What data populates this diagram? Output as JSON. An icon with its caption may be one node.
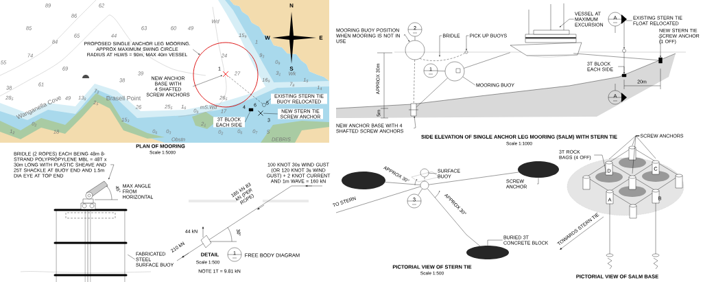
{
  "diagram": {
    "nodes": [
      {
        "text": [
          "PROPOSED SINGLE ANCHOR LEG MOORING. APPROX MAXIMUM SWING CIRCLE RADIUS AT HLWS = 90m, MAX 40m VESSEL"
        ]
      },
      {
        "text": [],
        "shape": "circle"
      },
      {
        "text": [
          "NEW ANCHOR BASE WITH 4 SHAFTED SCREW ANCHORS"
        ]
      },
      {
        "text": [
          "EXISTING STERN TIE BUOY RELOCATED"
        ]
      },
      {
        "text": [
          "NEW STERN TIE SCREW ANCHOR"
        ]
      },
      {
        "text": [
          "3T BLOCK EACH SIDE"
        ]
      },
      {
        "text": [
          "2"
        ]
      },
      {
        "text": [],
        "shape": "circle"
      },
      {
        "text": [
          "MOORING BUOY POSITION WHEN MOORING IS NOT IN USE"
        ]
      },
      {
        "text": [
          "BRIDLE"
        ]
      },
      {
        "text": [
          "PICK UP BUOYS"
        ]
      },
      {
        "text": [],
        "shape": "picture"
      },
      {
        "text": [
          "VESSEL AT MAXIMUM EXCURSION"
        ]
      },
      {
        "text": [
          "1"
        ]
      },
      {
        "text": [],
        "shape": "circle"
      },
      {
        "text": [
          "MOORING BUOY"
        ]
      },
      {
        "text": [
          "A"
        ]
      },
      {
        "text": [
          "EXISTING STERN TIE FLOAT RELOCATED"
        ]
      },
      {
        "text": [
          "NEW STERN TIE SCREW ANCHOR (1 OFF)"
        ]
      },
      {
        "text": [
          "3T BLOCK EACH SIDE"
        ]
      },
      {
        "text": [
          "A"
        ]
      },
      {
        "text": [
          "NEW ANCHOR BASE WITH 4 SHAFTED SCREW ANCHORS"
        ]
      },
      {
        "text": [
          "BRIDLE (2 ROPES) EACH BEING 48m 8-STRAND POLYPROPYLENE MBL = 48T x 30m LONG WITH PLASTIC SHEAVE AND 25T SHACKLE AT BUOY END AND 1.5m DIA EYE AT TOP END"
        ]
      },
      {
        "text": [
          "FABRICATED STEEL SURFACE BUOY"
        ]
      },
      {
        "text": [
          "1"
        ]
      },
      {
        "text": [],
        "shape": "circle"
      },
      {
        "text": [
          "SURFACE BUOY"
        ]
      },
      {
        "text": [
          "3"
        ]
      },
      {
        "text": [],
        "shape": "circle"
      },
      {
        "text": [
          "SCREW ANCHOR"
        ]
      },
      {
        "text": [
          "BURIED 3T CONCRETE BLOCK"
        ]
      },
      {
        "text": [
          "SCREW ANCHORS"
        ]
      },
      {
        "text": [
          "3T ROCK BAGS (4 OFF)"
        ]
      },
      {
        "text": [],
        "shape": "cross",
        "in": 1
      },
      {
        "text": [],
        "shape": "box"
      },
      {
        "text": [],
        "shape": "circle"
      },
      {
        "text": [],
        "shape": "cross"
      },
      {
        "text": [],
        "shape": "box"
      },
      {
        "text": [],
        "shape": "circle"
      },
      {
        "text": [],
        "shape": "circle"
      },
      {
        "text": [],
        "shape": "box"
      },
      {
        "text": [],
        "shape": "box"
      },
      {
        "text": [],
        "shape": "picture"
      },
      {
        "text": [],
        "shape": "ellipse"
      },
      {
        "text": [],
        "shape": "ellipse"
      },
      {
        "text": [],
        "shape": "ellipse"
      },
      {
        "text": [],
        "shape": "picture"
      },
      {
        "text": [],
        "shape": "star"
      }
    ],
    "edges": [
      {
        "from": 0,
        "to": 1,
        "arrow": "to"
      },
      {
        "from": 2,
        "to": 33,
        "arrow": "to"
      },
      {
        "from": 3,
        "to": 35,
        "arrow": "none"
      },
      {
        "from": 4,
        "to": 36,
        "arrow": "none"
      },
      {
        "from": 5,
        "to": 37,
        "arrow": "none"
      },
      {
        "from": 6,
        "to": 7,
        "arrow": "none"
      },
      {
        "from": 8,
        "to": 7,
        "arrow": "to"
      },
      {
        "from": 9,
        "to": null,
        "arrow": "to"
      },
      {
        "from": 10,
        "to": 38,
        "arrow": "to"
      },
      {
        "from": 12,
        "to": 11,
        "arrow": "to"
      },
      {
        "from": 13,
        "to": 14,
        "arrow": "none"
      },
      {
        "from": 15,
        "to": 14,
        "arrow": "none"
      },
      {
        "from": 17,
        "to": 39,
        "arrow": "to"
      },
      {
        "from": 18,
        "to": 41,
        "arrow": "to"
      },
      {
        "from": 19,
        "to": 40,
        "arrow": "to"
      },
      {
        "from": 21,
        "to": 34,
        "arrow": "to"
      },
      {
        "from": 22,
        "to": 42,
        "arrow": "to"
      },
      {
        "from": 23,
        "to": 42,
        "arrow": "none"
      },
      {
        "from": 26,
        "to": 25,
        "arrow": "none"
      },
      {
        "from": 27,
        "to": 28,
        "arrow": "none"
      },
      {
        "from": 29,
        "to": 44,
        "arrow": "none"
      },
      {
        "from": 30,
        "to": 45,
        "arrow": "none"
      },
      {
        "from": 31,
        "to": 46,
        "arrow": "none"
      },
      {
        "from": 31,
        "to": 46,
        "arrow": "none"
      },
      {
        "from": 31,
        "to": 46,
        "arrow": "none"
      },
      {
        "from": 31,
        "to": 46,
        "arrow": "none"
      },
      {
        "from": 32,
        "to": 46,
        "arrow": "none"
      },
      {
        "from": 33,
        "to": 35,
        "arrow": "none",
        "style": "dashed"
      },
      {
        "from": 7,
        "to": 34,
        "arrow": "none",
        "style": "dashed"
      },
      {
        "from": 34,
        "to": 14,
        "arrow": "none"
      },
      {
        "from": 14,
        "to": 11,
        "arrow": "none"
      },
      {
        "from": 11,
        "to": 41,
        "arrow": "none"
      },
      {
        "from": 39,
        "to": 40,
        "arrow": "none"
      },
      {
        "from": null,
        "to": 28,
        "arrow": "none"
      },
      {
        "from": 28,
        "to": 44,
        "arrow": "none"
      },
      {
        "from": 28,
        "to": 43,
        "arrow": "none"
      },
      {
        "from": 28,
        "to": 45,
        "arrow": "none"
      },
      {
        "from": 25,
        "to": 28,
        "arrow": "none",
        "style": "dashed"
      },
      {
        "from": 7,
        "to": 38,
        "arrow": "none",
        "style": "dashed"
      }
    ],
    "labels": [
      "89",
      "62",
      "N",
      "86",
      "Wd",
      "85",
      "63",
      "60",
      "49",
      "65",
      "44",
      "15$_{9}$",
      "W",
      "E",
      "84",
      "1",
      "74",
      "24",
      "9$_{3}$",
      "55",
      "0$_{9}$",
      "69",
      "1",
      "S",
      "39",
      "27",
      "3$_{1}$",
      "Wk",
      "38",
      "16$_{9}$",
      "1$_{5}$",
      "61",
      "7$_{8}$",
      "38",
      "1$_{4}$",
      "7$_{2}$",
      "28$_{5}$",
      "49",
      "13$_{8}$",
      "Brasell Point",
      "26$_{5}$",
      "2$_{5}$",
      "5",
      "6",
      "Wanganella Cove",
      "26",
      "25$_{5}$",
      "1$_{6}$",
      "mS.Wd",
      "4",
      "0$_{9}$",
      "17",
      "15$_{3}$",
      "3",
      "0$_{2}$",
      "2$_{1}$",
      "1$_{2}$",
      "18",
      "0$_{6}$",
      "0$_{3}$",
      "0$_{2}$",
      "0$_{6}$",
      "0$_{7}$",
      "S",
      "Obstn",
      "DEBRIS",
      "PLAN OF MOORING",
      "Scale 1:5000",
      "APPROX 30m",
      "20m",
      "5m",
      "SIDE ELEVATION OF SINGLE ANCHOR LEG MOORING (SALM) WITH STERN TIE",
      "Scale 1:1000",
      "45°",
      "MAX ANGLE FROM HORIZONTAL",
      "100 KNOT 30s WIND GUST (OR 120 KNOT 3s WIND GUST) + 2 KNOT CURRENT AND 1m WAVE = 160 kN",
      "165 kN 83 kN (PER ROPE)",
      "44 kN",
      "30°",
      "210 kN",
      "DETAIL",
      "FREE BODY DIAGRAM",
      "Scale 1:500",
      "NOTE 1T = 9.81 kN",
      "APPROX 30°",
      "TO STERN",
      "APPROX 30°",
      "PICTORIAL VIEW OF STERN TIE",
      "Scale 1:500",
      "D",
      "C",
      "A",
      "B",
      "TOWARDS STERN TIE",
      "PICTORIAL VIEW OF SALM BASE"
    ]
  }
}
